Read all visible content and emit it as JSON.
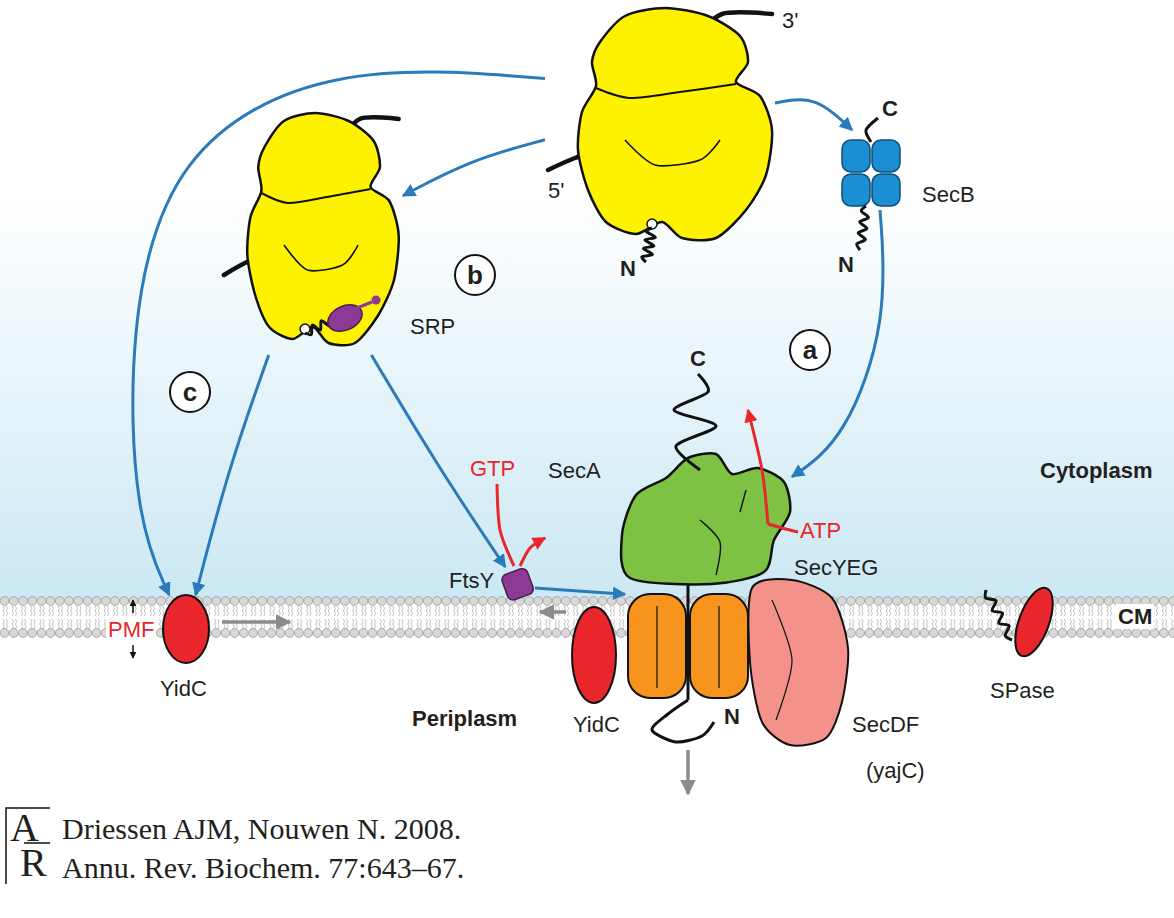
{
  "diagram": {
    "nodes": [
      {
        "text": [
          "3'",
          "5'",
          "N"
        ]
      },
      {
        "text": [
          "b"
        ]
      },
      {
        "text": [
          "SRP"
        ]
      },
      {
        "text": [
          "C",
          "SecB",
          "N"
        ]
      },
      {
        "text": [
          "a"
        ]
      },
      {
        "text": [
          "c"
        ]
      },
      {
        "text": [
          "C",
          "SecA"
        ]
      },
      {
        "text": [
          "FtsY"
        ]
      },
      {
        "text": [
          "PMF",
          "YidC"
        ]
      },
      {
        "text": [
          "SecYEG"
        ]
      },
      {
        "text": [
          "YidC"
        ]
      },
      {
        "text": [
          "SecDF",
          "(yajC)"
        ]
      },
      {
        "text": [
          "SPase"
        ]
      }
    ],
    "edges": [
      {
        "from": 0,
        "to": 3,
        "arrow": "to"
      },
      {
        "from": 3,
        "to": 6,
        "arrow": "to"
      },
      {
        "from": 0,
        "to": 2,
        "arrow": "to"
      },
      {
        "from": 2,
        "to": 7,
        "arrow": "to"
      },
      {
        "from": 7,
        "to": 9,
        "arrow": "to"
      },
      {
        "from": 0,
        "to": 8,
        "arrow": "to"
      },
      {
        "from": 2,
        "to": 8,
        "arrow": "to"
      }
    ],
    "labels": [
      "GTP",
      "ATP",
      "Cytoplasm",
      "CM",
      "Periplasm",
      "N",
      "A",
      "R",
      "Driessen AJM, Nouwen N. 2008.",
      "Annu. Rev. Biochem. 77:643–67."
    ]
  }
}
